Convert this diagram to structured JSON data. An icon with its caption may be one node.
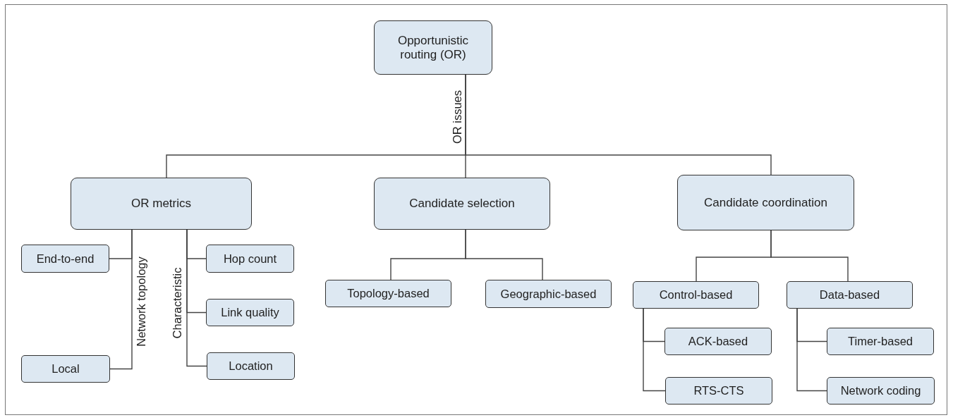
{
  "diagram": {
    "nodes": [
      {
        "text": [
          "Opportunistic routing (OR)"
        ]
      },
      {
        "text": [
          "OR metrics"
        ]
      },
      {
        "text": [
          "Candidate selection"
        ]
      },
      {
        "text": [
          "Candidate coordination"
        ]
      },
      {
        "text": [
          "End-to-end"
        ]
      },
      {
        "text": [
          "Local"
        ]
      },
      {
        "text": [
          "Hop count"
        ]
      },
      {
        "text": [
          "Link quality"
        ]
      },
      {
        "text": [
          "Location"
        ]
      },
      {
        "text": [
          "Topology-based"
        ]
      },
      {
        "text": [
          "Geographic-based"
        ]
      },
      {
        "text": [
          "Control-based"
        ]
      },
      {
        "text": [
          "Data-based"
        ]
      },
      {
        "text": [
          "ACK-based"
        ]
      },
      {
        "text": [
          "RTS-CTS"
        ]
      },
      {
        "text": [
          "Timer-based"
        ]
      },
      {
        "text": [
          "Network coding"
        ]
      }
    ],
    "edges": [
      {
        "from": 0,
        "to": 1,
        "arrow": "none"
      },
      {
        "from": 0,
        "to": 2,
        "arrow": "none",
        "label": "OR issues"
      },
      {
        "from": 0,
        "to": 3,
        "arrow": "none"
      },
      {
        "from": 1,
        "to": 4,
        "arrow": "none"
      },
      {
        "from": 1,
        "to": 5,
        "arrow": "none",
        "label": "Network topology"
      },
      {
        "from": 1,
        "to": 6,
        "arrow": "none"
      },
      {
        "from": 1,
        "to": 7,
        "arrow": "none"
      },
      {
        "from": 1,
        "to": 8,
        "arrow": "none",
        "label": "Characteristic"
      },
      {
        "from": 2,
        "to": 9,
        "arrow": "none"
      },
      {
        "from": 2,
        "to": 10,
        "arrow": "none"
      },
      {
        "from": 3,
        "to": 11,
        "arrow": "none"
      },
      {
        "from": 3,
        "to": 12,
        "arrow": "none"
      },
      {
        "from": 11,
        "to": 13,
        "arrow": "none"
      },
      {
        "from": 11,
        "to": 14,
        "arrow": "none"
      },
      {
        "from": 12,
        "to": 15,
        "arrow": "none"
      },
      {
        "from": 12,
        "to": 16,
        "arrow": "none"
      }
    ]
  }
}
